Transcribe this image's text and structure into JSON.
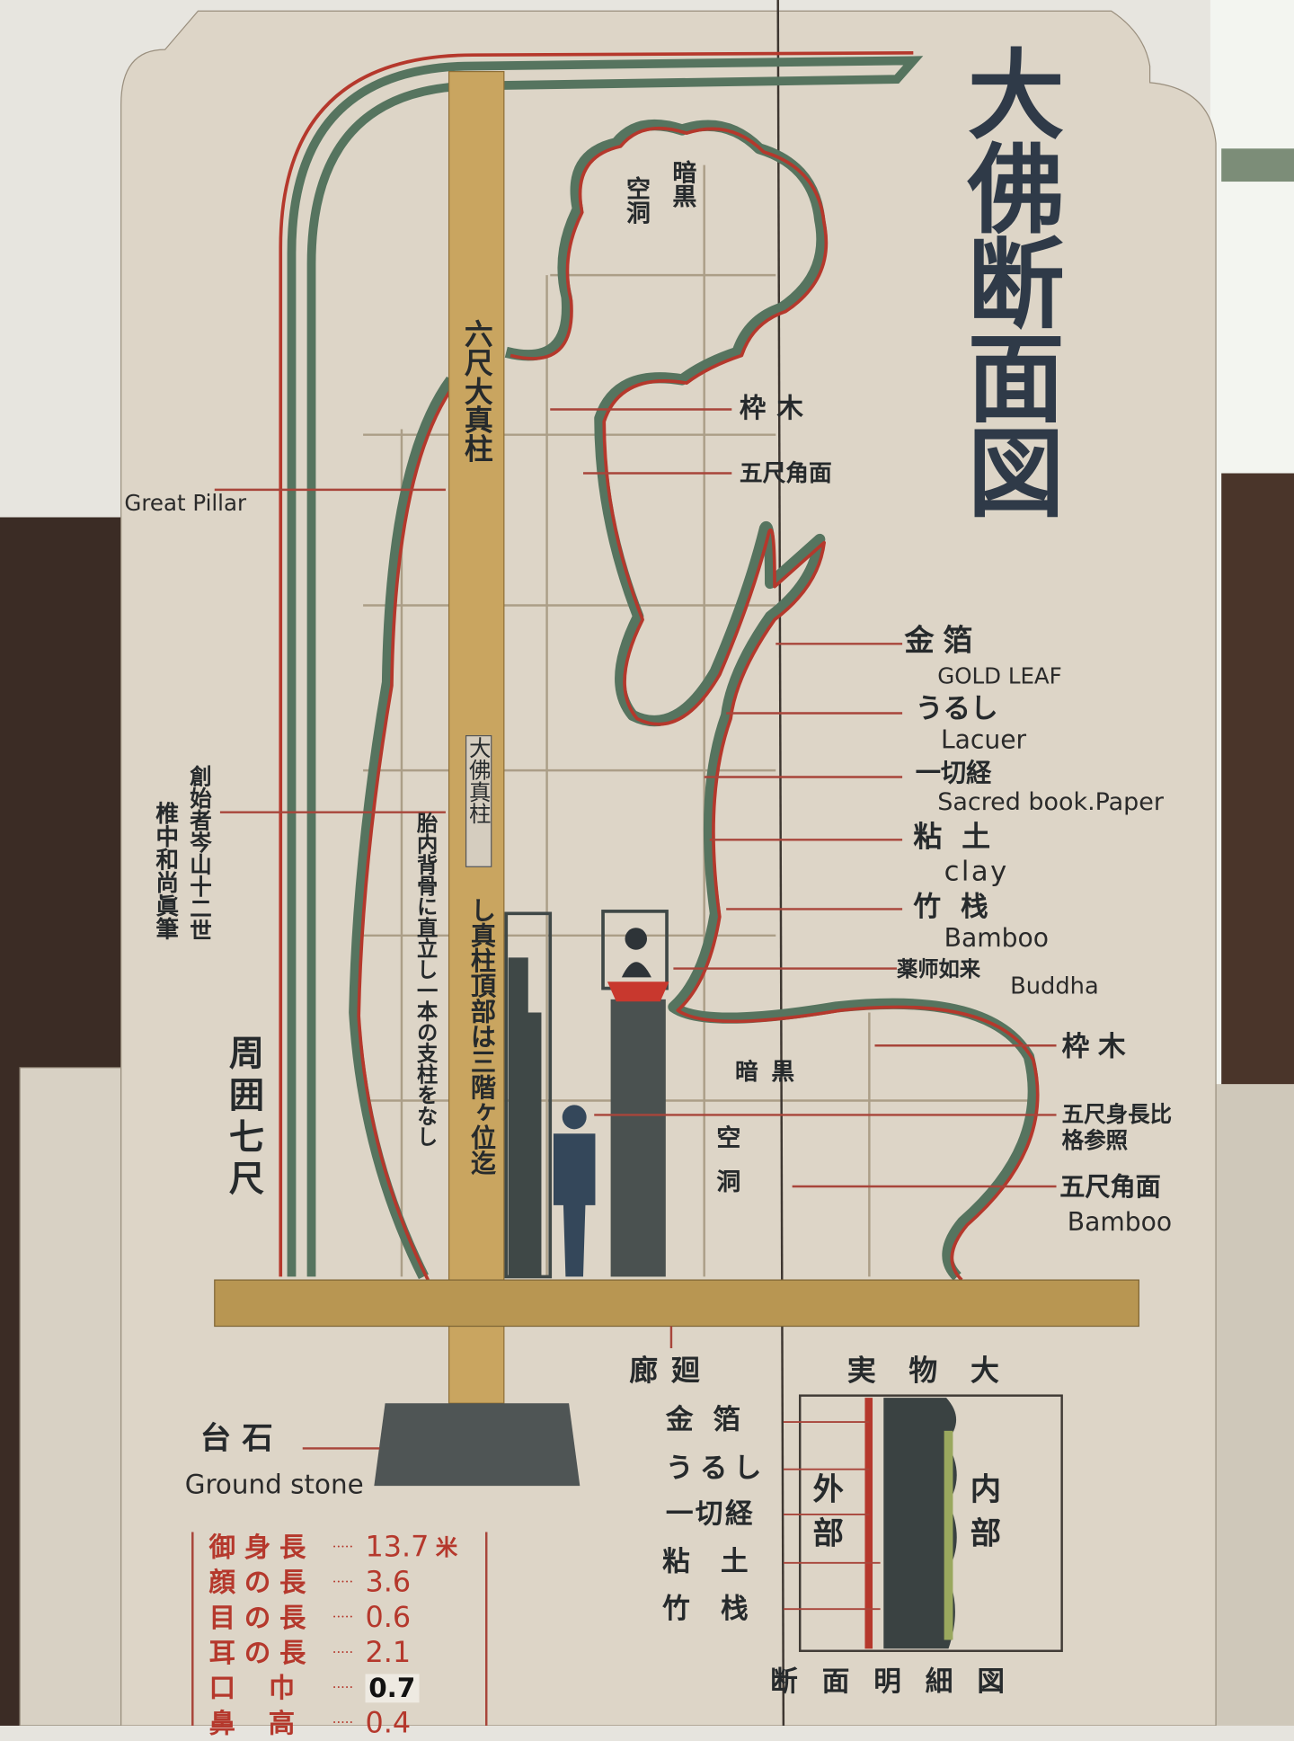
{
  "title": "大佛断面図",
  "pillar": {
    "name": "六尺大真柱",
    "english": "Great Pillar",
    "tag": "大佛真柱",
    "note_top": "し真柱頂部は三階ヶ位迄",
    "note_side": "胎内背骨に直立し一本の支柱をなし"
  },
  "head_cavity": {
    "dark": "暗黒",
    "hollow": "空洞"
  },
  "upper_labels": [
    {
      "jp": "枠木"
    },
    {
      "jp": "五尺角面"
    }
  ],
  "material_labels": [
    {
      "jp": "金箔",
      "en": "GOLD LEAF"
    },
    {
      "jp": "うるし",
      "en": "Lacuer"
    },
    {
      "jp": "一切経",
      "en": "Sacred book.Paper"
    },
    {
      "jp": "粘土",
      "en": "clay"
    },
    {
      "jp": "竹栈",
      "en": "Bamboo"
    },
    {
      "jp": "薬师如来",
      "en": "Buddha"
    }
  ],
  "lower_labels": [
    {
      "jp": "枠木",
      "en": ""
    },
    {
      "jp": "五尺身長比格参照",
      "en": ""
    },
    {
      "jp": "五尺角面",
      "en": "Bamboo"
    }
  ],
  "body_cavity": {
    "dark": "暗黒",
    "hollow": "空洞"
  },
  "author_note": {
    "line1": "創始者岑山十二世",
    "line2": "椎中和尚眞筆"
  },
  "circumference": "周囲七尺",
  "ground_stone": {
    "jp": "台石",
    "en": "Ground stone"
  },
  "dimensions": {
    "unit": "米",
    "rows": [
      {
        "label": "御身長",
        "value": "13.7"
      },
      {
        "label": "顔の長",
        "value": "3.6"
      },
      {
        "label": "目の長",
        "value": "0.6"
      },
      {
        "label": "耳の長",
        "value": "2.1"
      },
      {
        "label": "口巾",
        "value": "0.7"
      },
      {
        "label": "鼻高",
        "value": "0.4"
      }
    ]
  },
  "detail": {
    "corridor": "廊廻",
    "actual_size": "実物大",
    "layers": [
      "金箔",
      "うるし",
      "一切経",
      "粘土",
      "竹栈"
    ],
    "outer": "外部",
    "inner": "内部",
    "caption": "断面明細図"
  },
  "colors": {
    "board": "#ddd5c7",
    "pillar": "#c9a560",
    "red": "#b5382c",
    "green": "#56745f",
    "gray": "#3f4847"
  }
}
